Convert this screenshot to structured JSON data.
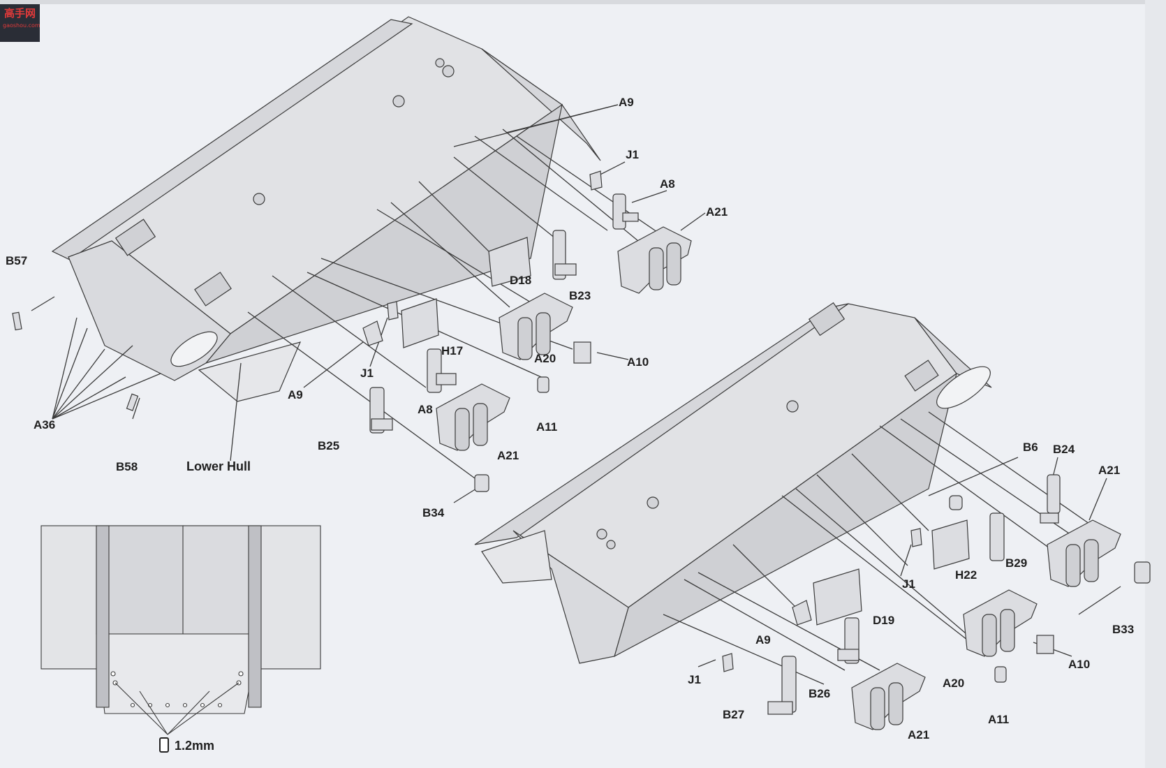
{
  "logo": {
    "mark": "高手网",
    "sub": "gaoshou.com"
  },
  "labels": {
    "a9_top": "A9",
    "j1_top": "J1",
    "a8_top": "A8",
    "a21_top": "A21",
    "b57": "B57",
    "d18": "D18",
    "b23": "B23",
    "h17": "H17",
    "a20_left": "A20",
    "a10_left": "A10",
    "j1_mid": "J1",
    "a9_mid": "A9",
    "a36": "A36",
    "a8_mid": "A8",
    "a11_left": "A11",
    "b25": "B25",
    "a21_mid": "A21",
    "b58": "B58",
    "lower_hull": "Lower Hull",
    "b34": "B34",
    "b6": "B6",
    "b24": "B24",
    "a21_right": "A21",
    "b29": "B29",
    "h22": "H22",
    "j1_right": "J1",
    "b33": "B33",
    "d19": "D19",
    "a9_right": "A9",
    "a10_right": "A10",
    "a20_right": "A20",
    "j1_bottom": "J1",
    "b26": "B26",
    "b27": "B27",
    "a11_right": "A11",
    "a21_bottom": "A21"
  },
  "drill": {
    "size": "1.2mm"
  },
  "colors": {
    "hull": "#e1e2e5",
    "hull_side": "#cfd0d4",
    "line": "#3a3a3a",
    "paper": "#eef0f4"
  }
}
